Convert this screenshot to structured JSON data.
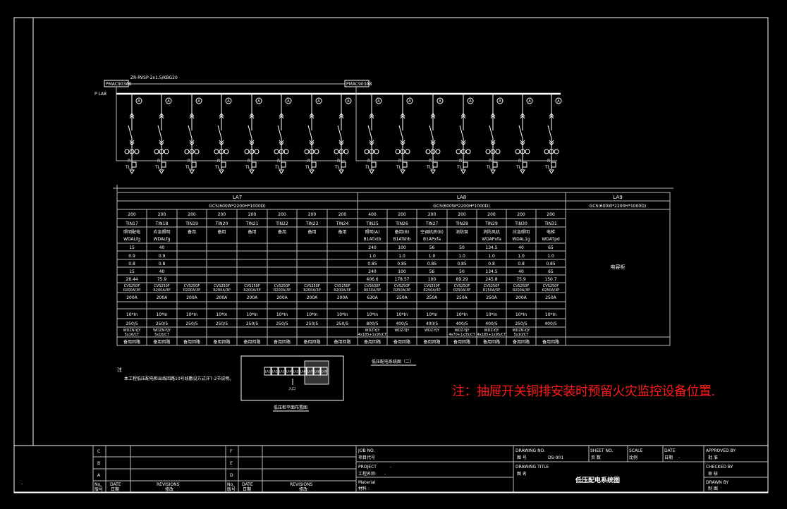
{
  "schematic": {
    "bus_label": "P LA8",
    "cable_label": "ZR-RVSP-2x1.5/KBG20",
    "meter_box_left": "PMAC903A8",
    "meter_box_right": "PMAC903A8",
    "ammeter_symbol": "A",
    "branch_labels": {
      "r": "R",
      "tl": "TL"
    }
  },
  "table": {
    "groups": [
      {
        "name": "LA7",
        "spec": "GCS(600W*2200H*1000D)"
      },
      {
        "name": "LA8",
        "spec": "GCS(600W*2200H*1000D)"
      },
      {
        "name": "LA9",
        "spec": "GCS(600W*2200H*1000D)"
      }
    ],
    "la9_content": "电容柜",
    "columns": [
      [
        "200",
        "TIN17",
        "照明配电",
        "WDALfg",
        "15",
        "0.9",
        "0.8",
        "15",
        "28.44",
        "CVS250F R200A/3P",
        "200A",
        "",
        "10*In",
        "250/5",
        "WDZN-YJY 5x16/CT",
        "备用回路"
      ],
      [
        "200",
        "TIN18",
        "应急照明",
        "WDALfg",
        "40",
        "0.9",
        "0.8",
        "40",
        "75.9",
        "CVS250F R200A/3P",
        "200A",
        "",
        "10*In",
        "250/5",
        "WDZN-YJY 5x16/CT",
        "备用回路"
      ],
      [
        "200",
        "TIN19",
        "备用",
        "",
        "",
        "",
        "",
        "",
        "",
        "CVS250F R200A/3P",
        "200A",
        "",
        "10*In",
        "250/5",
        "",
        "备用回路"
      ],
      [
        "200",
        "TIN20",
        "备用",
        "",
        "",
        "",
        "",
        "",
        "",
        "CVS250F R200A/3P",
        "200A",
        "",
        "10*In",
        "250/5",
        "",
        "备用回路"
      ],
      [
        "200",
        "TIN21",
        "备用",
        "",
        "",
        "",
        "",
        "",
        "",
        "CVS250F R200A/3P",
        "200A",
        "",
        "10*In",
        "250/5",
        "",
        "备用回路"
      ],
      [
        "200",
        "TIN22",
        "备用",
        "",
        "",
        "",
        "",
        "",
        "",
        "CVS250F R200A/3P",
        "200A",
        "",
        "10*In",
        "250/5",
        "",
        "备用回路"
      ],
      [
        "200",
        "TIN23",
        "备用",
        "",
        "",
        "",
        "",
        "",
        "",
        "CVS250F R200A/3P",
        "200A",
        "",
        "10*In",
        "250/5",
        "",
        "备用回路"
      ],
      [
        "200",
        "TIN24",
        "备用",
        "",
        "",
        "",
        "",
        "",
        "",
        "CVS250F R200A/3P",
        "200A",
        "",
        "10*In",
        "250/5",
        "",
        "备用回路"
      ],
      [
        "400",
        "TIN25",
        "照明(A)",
        "B1ATxtb",
        "240",
        "1.0",
        "0.85",
        "240",
        "406.6",
        "CVS630F R630A/3P",
        "630A",
        "",
        "10*In",
        "800/5",
        "WDZ-YJY 4x185+1x95/CT",
        "备用回路"
      ],
      [
        "200",
        "TIN26",
        "备用(B)",
        "B1ATshb",
        "100",
        "1.0",
        "0.85",
        "100",
        "178.57",
        "CVS250F R250A/3P",
        "250A",
        "",
        "10*In",
        "400/5",
        "WDZ-YJY",
        "备用回路"
      ],
      [
        "200",
        "TIN27",
        "空调机房(B)",
        "B1APxfa",
        "56",
        "1.0",
        "0.85",
        "56",
        "100",
        "CVS250F R250A/3P",
        "250A",
        "",
        "10*In",
        "400/5",
        "WDZ-YJY",
        "备用回路"
      ],
      [
        "200",
        "TIN28",
        "消防泵",
        "",
        "50",
        "1.0",
        "0.85",
        "50",
        "89.29",
        "CVS250F R250A/3P",
        "250A",
        "",
        "10*In",
        "400/5",
        "WDZ-YJY 4x70+1x35/CT",
        "备用回路"
      ],
      [
        "200",
        "TIN29",
        "消防风机",
        "WDAPxfa",
        "134.5",
        "1.0",
        "0.8",
        "134.5",
        "245.8",
        "CVS250F R250A/3P",
        "250A",
        "",
        "10*In",
        "400/5",
        "WDZ-YJY 4x185+1x95/CT",
        "备用回路"
      ],
      [
        "200",
        "TIN30",
        "应急照明",
        "WDAL1g",
        "40",
        "1.0",
        "0.8",
        "40",
        "75.9",
        "CVS250F R200A/3P",
        "200A",
        "",
        "10*In",
        "250/5",
        "WDZN-YJY 5x10/CT",
        "备用回路"
      ],
      [
        "200",
        "TIN31",
        "电梯",
        "WDATpd",
        "65",
        "1.0",
        "0.85",
        "65",
        "150.7",
        "CVS250F R250A/3P",
        "250A",
        "",
        "10*In",
        "400/5",
        "",
        "备用回路"
      ]
    ]
  },
  "notes": {
    "heading": "注",
    "line1": "本工程低压配电柜出线回路10号线敷设方式详7-2节说明。",
    "red_note": "注：抽屉开关铜排安装时预留火灾监控设备位置.",
    "layout_caption": "低压柜平面布置图",
    "system_caption": "低压配电系统图（二）",
    "layout_cells": [
      "LA1",
      "LA2",
      "LA3",
      "LA4",
      "LA5",
      "LA6",
      "LA7",
      "LA8",
      "LA9"
    ],
    "layout_arrow_label": "入口"
  },
  "title_block": {
    "left_dash": "-",
    "rev_rows_left": [
      "C",
      "B",
      "A"
    ],
    "rev_rows_right": [
      "F",
      "E",
      "D"
    ],
    "no_label": "No.",
    "no_cn": "版号",
    "date_label": "DATE",
    "date_cn": "日期",
    "revisions_label": "REVISIONS",
    "revisions_cn": "修改",
    "job_no": "JOB NO.",
    "job_no_cn": "项目代号",
    "project": "PROJECT",
    "project_value": "-",
    "project_cn": "工程名称:",
    "project_cn_value": "-",
    "material": "Material",
    "material_cn": "材料 :",
    "drawing_no": "DRAWING NO.",
    "drawing_no_cn": "图    号",
    "drawing_no_value": "DS-001",
    "sheet_no": "SHEET NO.",
    "sheet_no_cn": "页  数",
    "scale": "SCALE",
    "scale_cn": "比例",
    "date": "DATE",
    "date_cn2": "日期",
    "date_value": "-",
    "drawing_title": "DRAWING TITLE",
    "drawing_title_cn": "图    名",
    "drawing_title_value": "低压配电系统图",
    "approved_by": "APPROVED BY",
    "approved_cn": "批  准",
    "checked_by": "CHECKED BY",
    "checked_cn": "审  核",
    "drawn_by": "DRAWN BY",
    "drawn_cn": "制  图"
  },
  "colors": {
    "background": "#000000",
    "lines": "#ffffff",
    "note": "#ff1a1a"
  }
}
